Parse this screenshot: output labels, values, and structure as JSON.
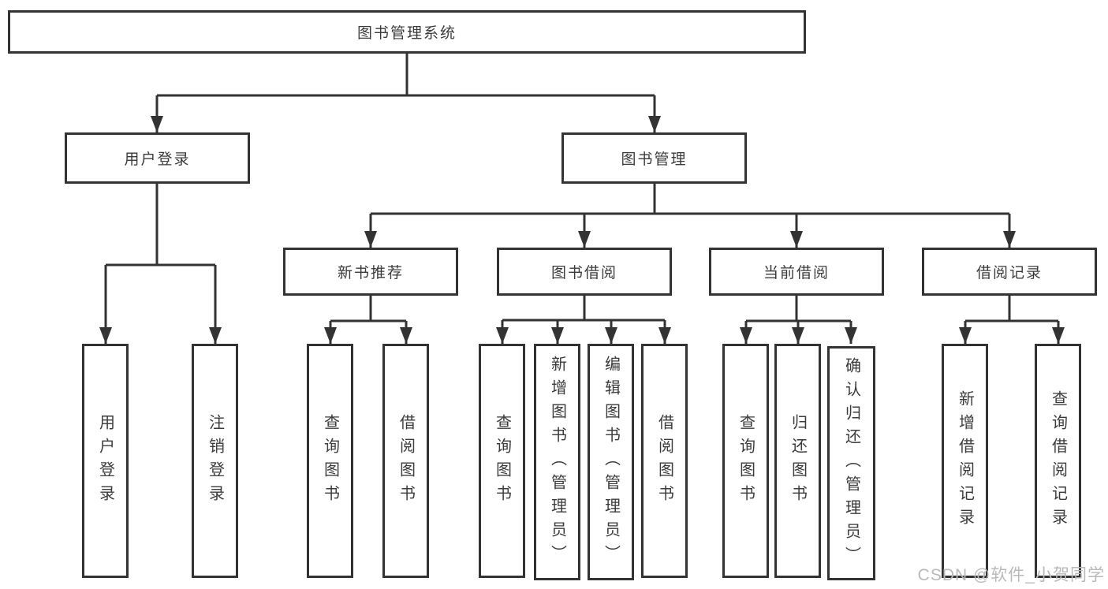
{
  "diagram": {
    "type": "tree",
    "title": "图书管理系统",
    "colors": {
      "line": "#333333",
      "box_border": "#333333",
      "box_fill": "#ffffff",
      "text": "#3b3b3b",
      "watermark": "#b9b9b9",
      "background": "#ffffff"
    },
    "root": {
      "label": "图书管理系统"
    },
    "branches": [
      {
        "label": "用户登录",
        "leaves": [
          {
            "label": "用户登录"
          },
          {
            "label": "注销登录"
          }
        ]
      },
      {
        "label": "图书管理",
        "sections": [
          {
            "label": "新书推荐",
            "leaves": [
              {
                "label": "查询图书"
              },
              {
                "label": "借阅图书"
              }
            ]
          },
          {
            "label": "图书借阅",
            "leaves": [
              {
                "label": "查询图书"
              },
              {
                "label": "新增图书（管理员）"
              },
              {
                "label": "编辑图书（管理员）"
              },
              {
                "label": "借阅图书"
              }
            ]
          },
          {
            "label": "当前借阅",
            "leaves": [
              {
                "label": "查询图书"
              },
              {
                "label": "归还图书"
              },
              {
                "label": "确认归还（管理员）"
              }
            ]
          },
          {
            "label": "借阅记录",
            "leaves": [
              {
                "label": "新增借阅记录"
              },
              {
                "label": "查询借阅记录"
              }
            ]
          }
        ]
      }
    ]
  },
  "watermark": {
    "text": "CSDN @软件_小贺同学"
  }
}
